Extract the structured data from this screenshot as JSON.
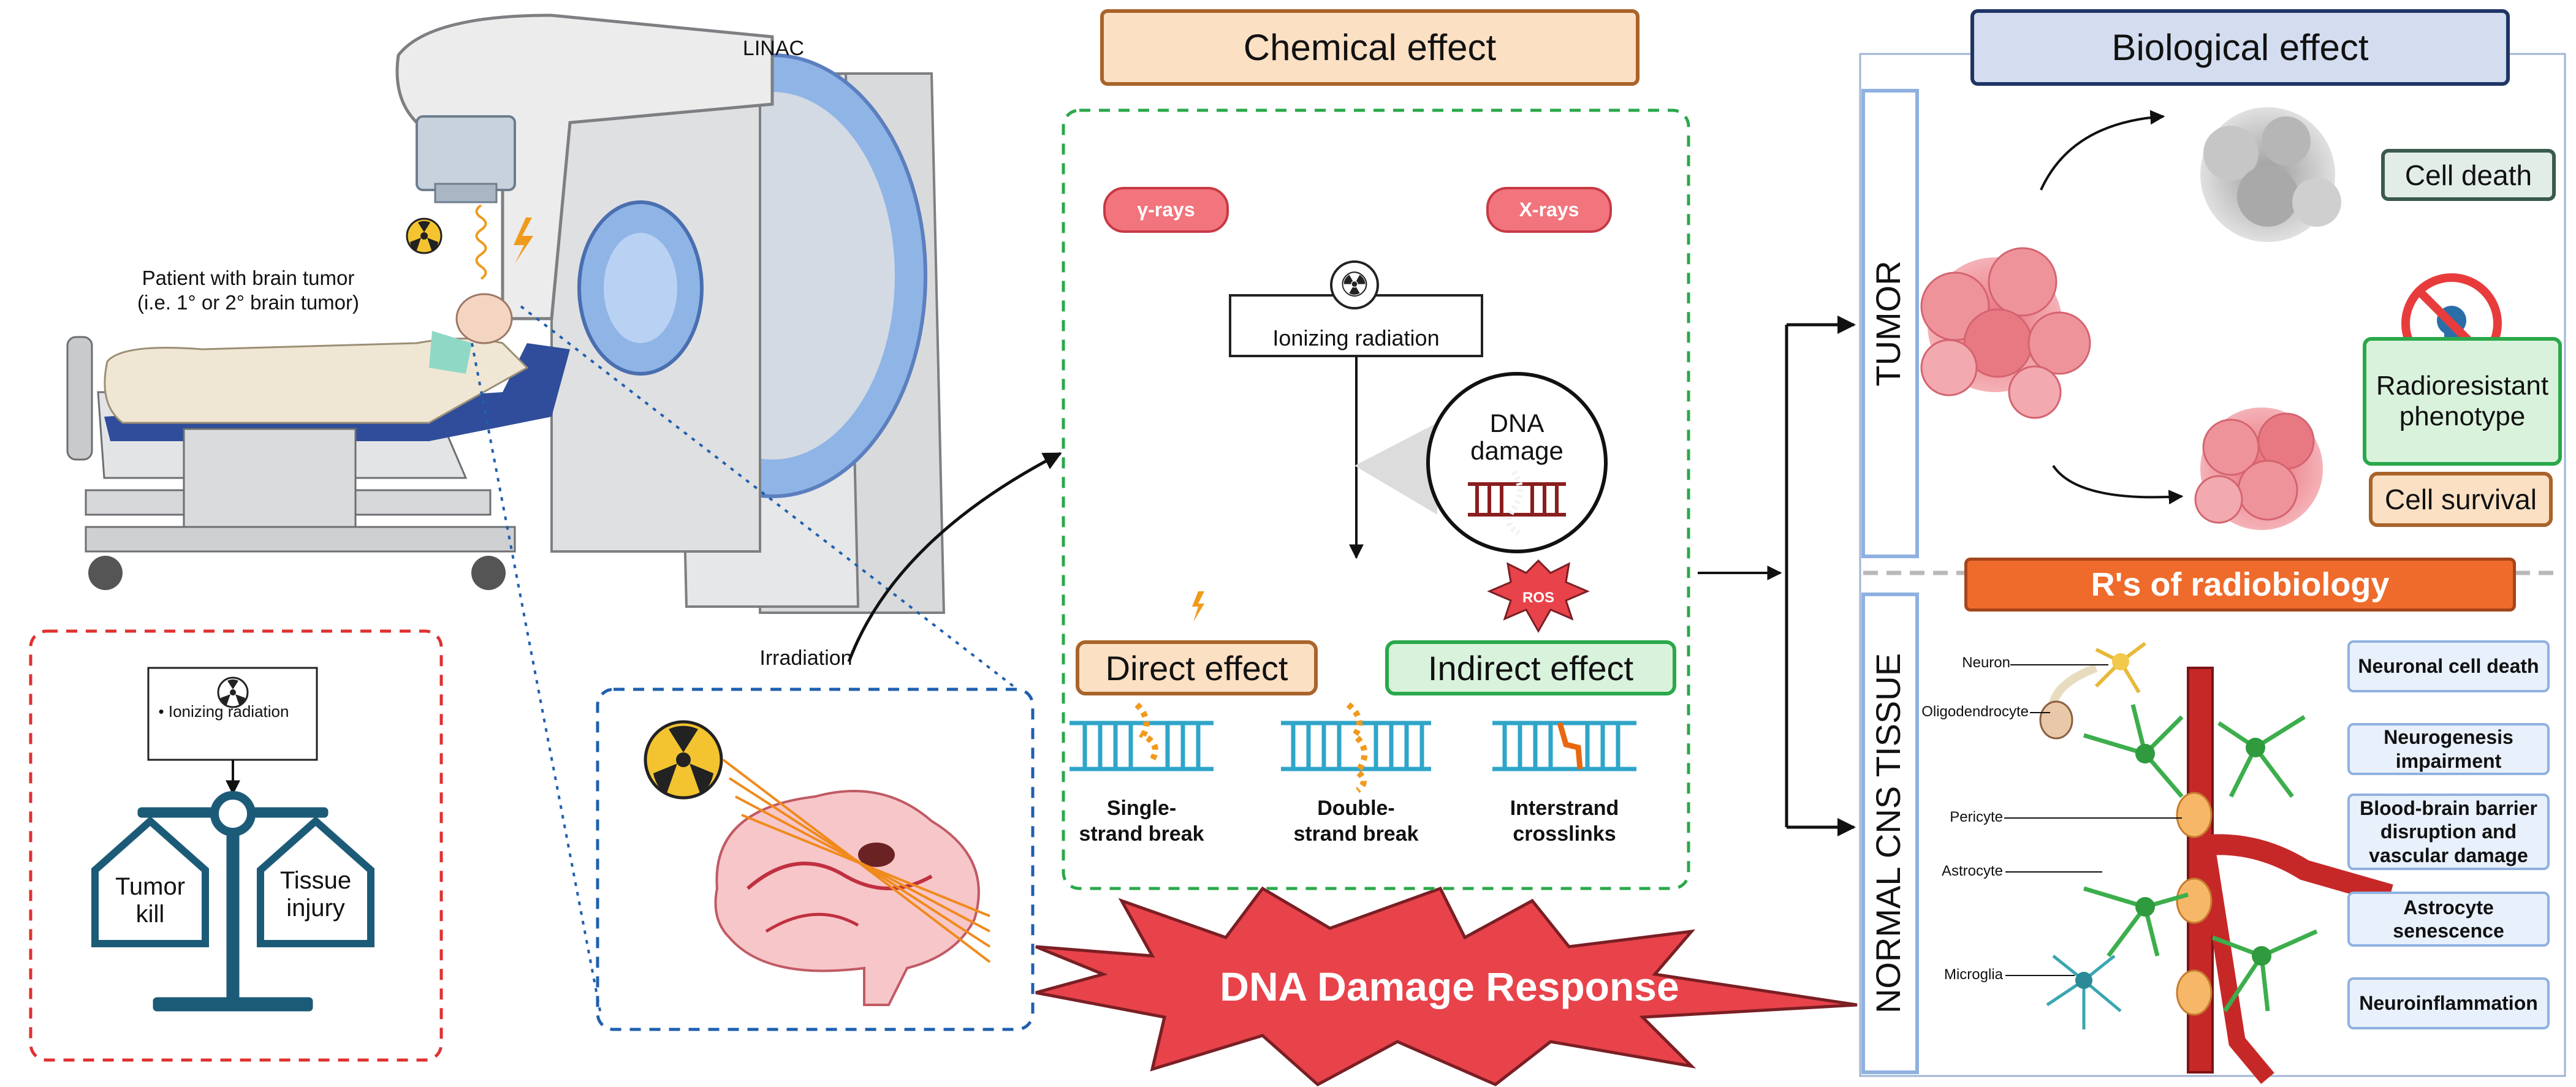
{
  "linac": {
    "label": "LINAC",
    "patient_label_line1": "Patient with brain tumor",
    "patient_label_line2": "(i.e. 1° or 2° brain tumor)"
  },
  "balance": {
    "radiation_label": "• Ionizing radiation",
    "left_pan_line1": "Tumor",
    "left_pan_line2": "kill",
    "right_pan_line1": "Tissue",
    "right_pan_line2": "injury"
  },
  "irradiation": {
    "label": "Irradiation"
  },
  "chemical": {
    "title": "Chemical effect",
    "gamma_label": "γ-rays",
    "xray_label": "X-rays",
    "ionizing_label": "Ionizing radiation",
    "dna_damage_line1": "DNA",
    "dna_damage_line2": "damage",
    "ros_label": "ROS",
    "direct_label": "Direct effect",
    "indirect_label": "Indirect effect",
    "breaks": [
      {
        "line1": "Single-",
        "line2": "strand break"
      },
      {
        "line1": "Double-",
        "line2": "strand break"
      },
      {
        "line1": "Interstrand",
        "line2": "crosslinks"
      }
    ]
  },
  "ddr": {
    "label": "DNA Damage Response"
  },
  "biological": {
    "title": "Biological effect",
    "tumor_label": "TUMOR",
    "cell_death": "Cell death",
    "radioresistant_line1": "Radioresistant",
    "radioresistant_line2": "phenotype",
    "cell_survival": "Cell survival",
    "rs_title": "R's of radiobiology",
    "normal_label": "NORMAL CNS TISSUE",
    "cell_types": [
      "Neuron",
      "Oligodendrocyte",
      "Pericyte",
      "Astrocyte",
      "Microglia"
    ],
    "effects": [
      {
        "line1": "Neuronal cell death",
        "line2": "",
        "line3": ""
      },
      {
        "line1": "Neurogenesis",
        "line2": "impairment",
        "line3": ""
      },
      {
        "line1": "Blood-brain barrier",
        "line2": "disruption  and",
        "line3": "vascular damage"
      },
      {
        "line1": "Astrocyte",
        "line2": "senescence",
        "line3": ""
      },
      {
        "line1": "Neuroinflammation",
        "line2": "",
        "line3": ""
      }
    ]
  },
  "colors": {
    "red_dash": "#e03030",
    "blue_dash": "#1f5fae",
    "green_dash": "#2aa84a",
    "chemical_title_bg": "#fbe0c4",
    "chemical_title_border": "#a9642a",
    "bio_title_bg": "#d4ddf0",
    "bio_title_border": "#1f3566",
    "ddr_red": "#e8424a",
    "rs_orange": "#ee6b2c"
  }
}
